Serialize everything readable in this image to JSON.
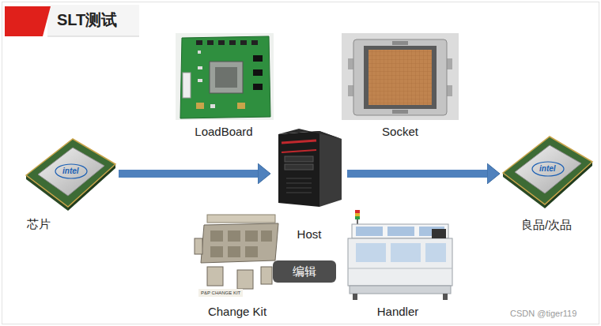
{
  "diagram": {
    "title": "SLT测试",
    "nodes": [
      {
        "text": [
          "LoadBoard"
        ]
      },
      {
        "text": [
          "Socket"
        ]
      },
      {
        "text": [
          "芯片"
        ]
      },
      {
        "text": [
          "Host"
        ]
      },
      {
        "text": [
          "良品/次品"
        ]
      },
      {
        "text": [
          "Change Kit"
        ]
      },
      {
        "text": [
          "编辑"
        ]
      },
      {
        "text": [
          "Handler"
        ]
      }
    ],
    "edges": [
      {
        "from": 2,
        "to": 3,
        "arrow": "to"
      },
      {
        "from": 3,
        "to": 4,
        "arrow": "to"
      }
    ],
    "labels": [
      "intel",
      "intel",
      "P&P CHANGE KIT",
      "CSDN @tiger119"
    ]
  }
}
